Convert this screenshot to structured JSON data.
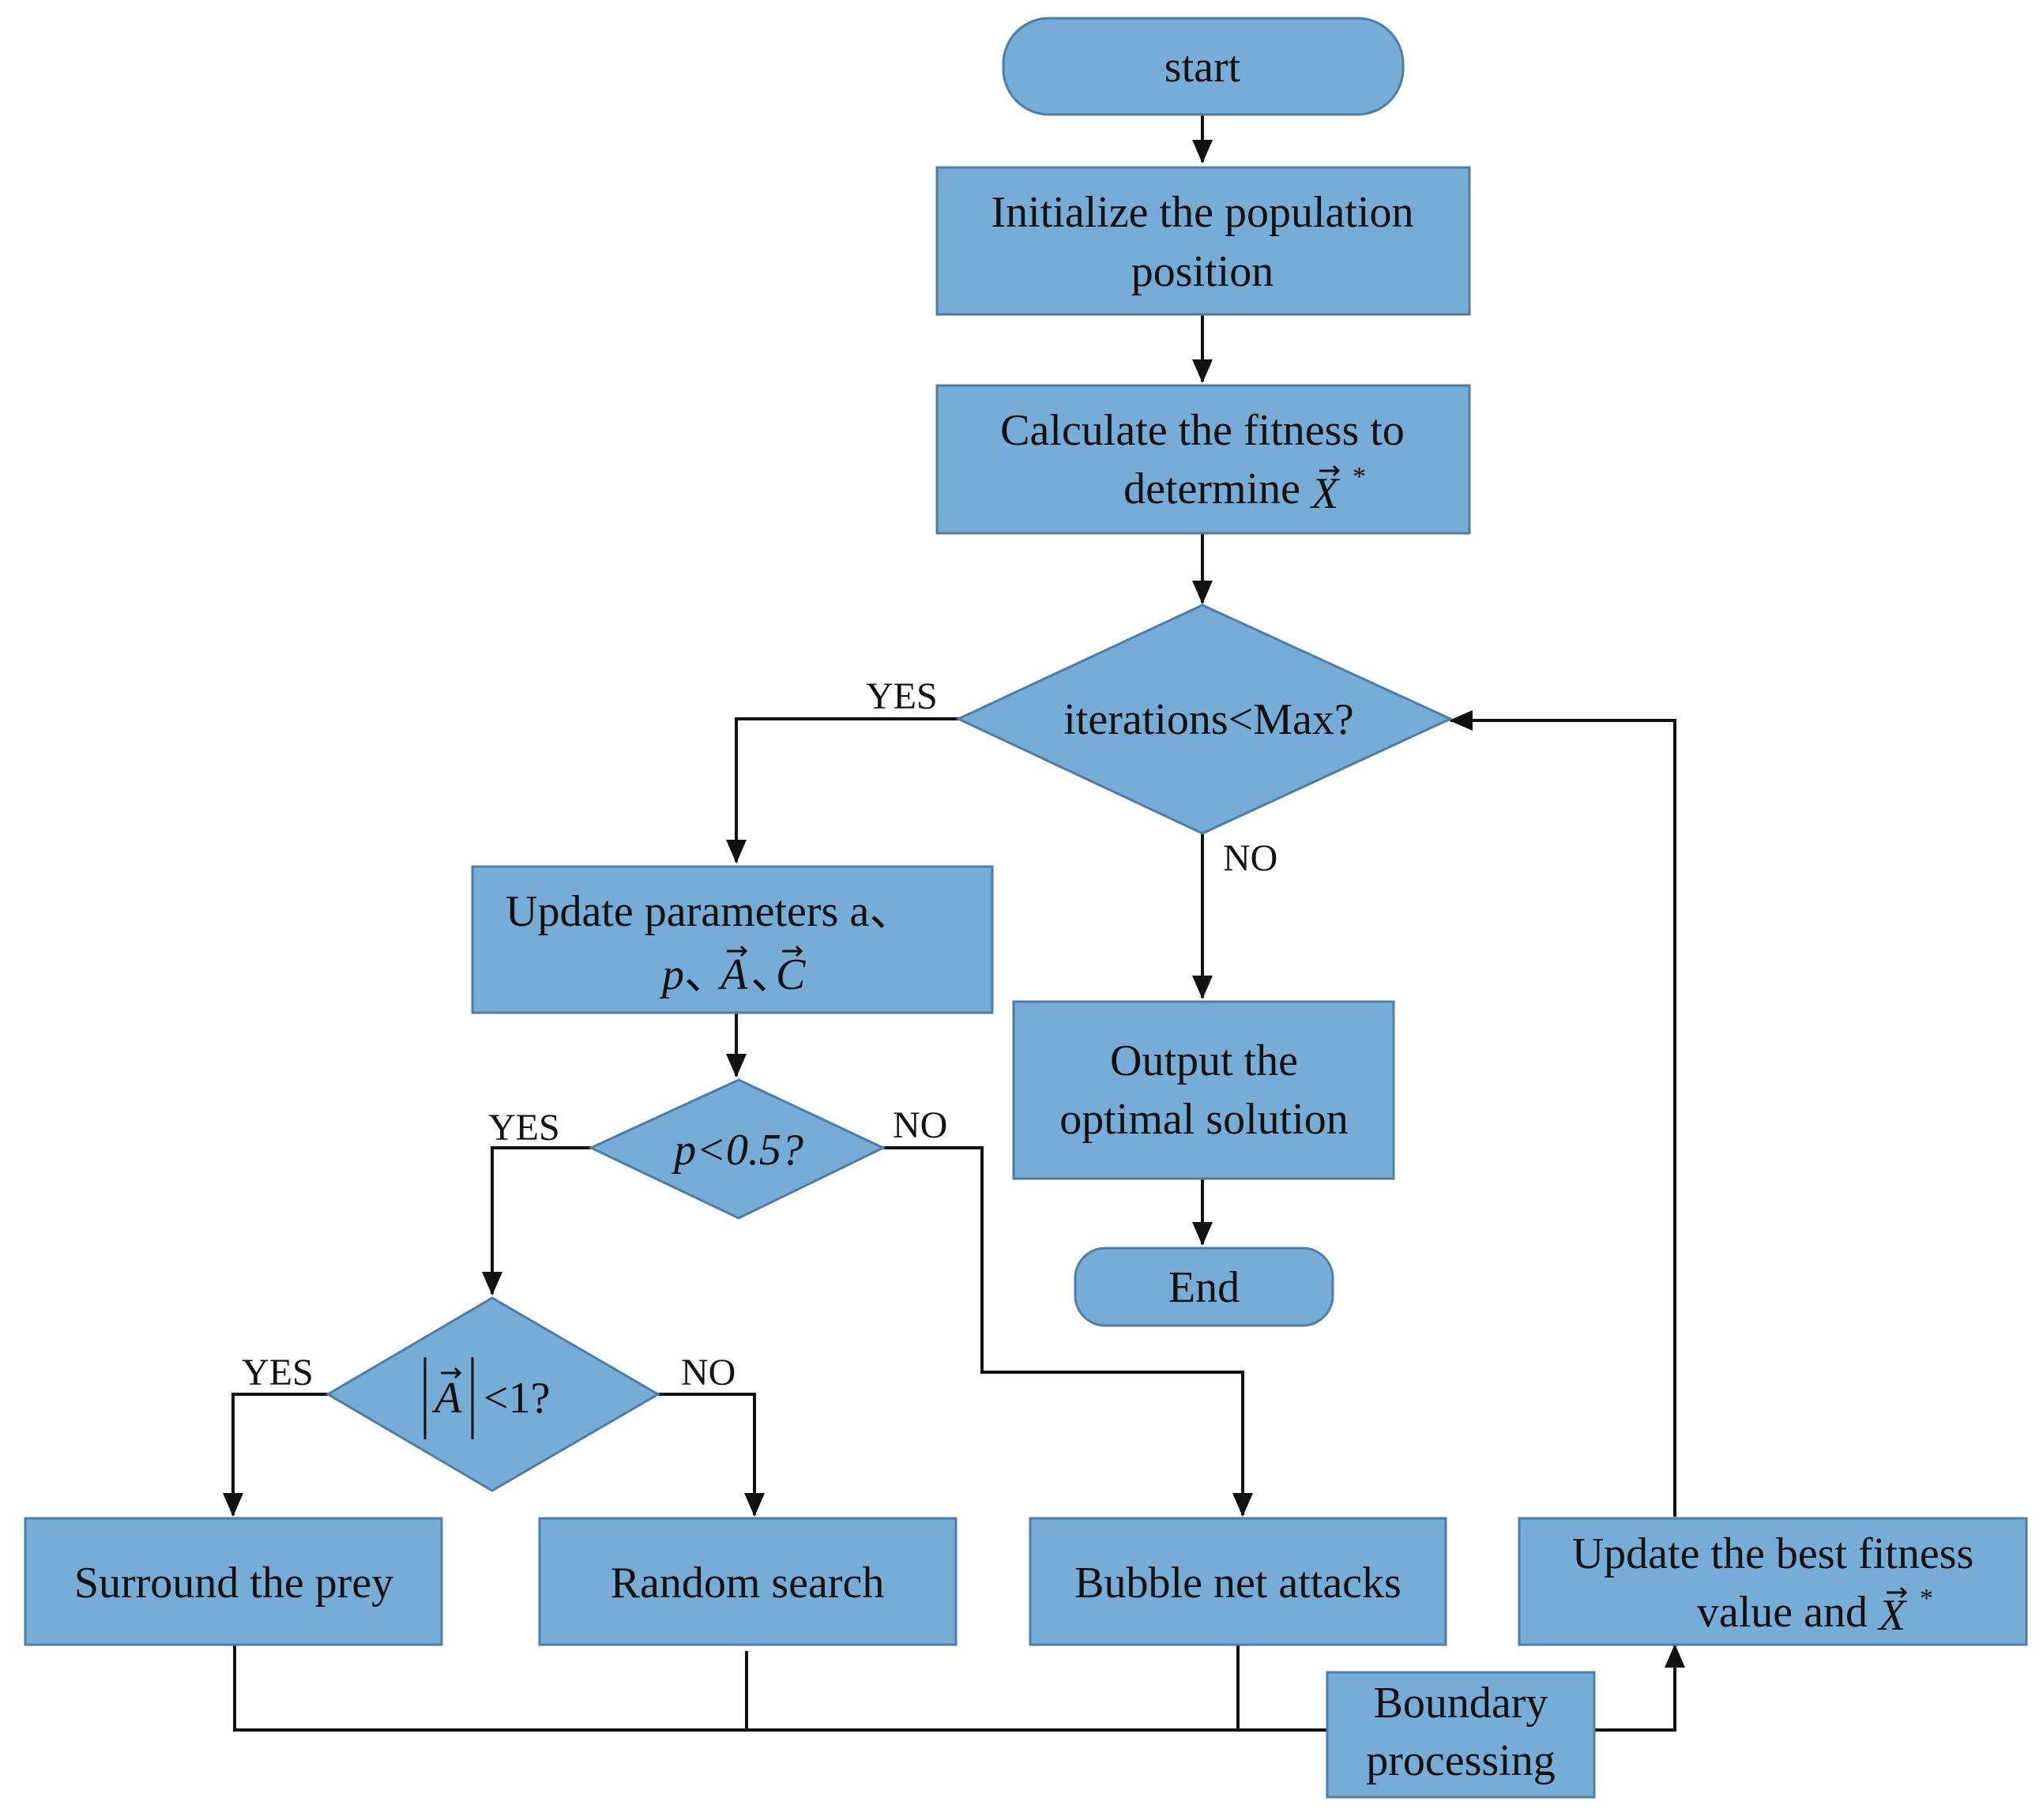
{
  "nodes": {
    "start": "start",
    "init_line1": "Initialize the population",
    "init_line2": "position",
    "fitness_line1": "Calculate the fitness to",
    "fitness_line2": "determine",
    "iter_decision": "iterations<Max?",
    "update_params_line1": "Update parameters a、",
    "output_line1": "Output the",
    "output_line2": "optimal solution",
    "end": "End",
    "p_decision": "p<0.5?",
    "a_decision": "<1?",
    "surround": "Surround the prey",
    "random": "Random search",
    "bubble": "Bubble net attacks",
    "best_line1": "Update the best fitness",
    "best_line2": "value and",
    "boundary_line1": "Boundary",
    "boundary_line2": "processing"
  },
  "labels": {
    "yes": "YES",
    "no": "NO"
  },
  "colors": {
    "box_fill": "#76acd5",
    "box_stroke": "#4d7ea8"
  }
}
